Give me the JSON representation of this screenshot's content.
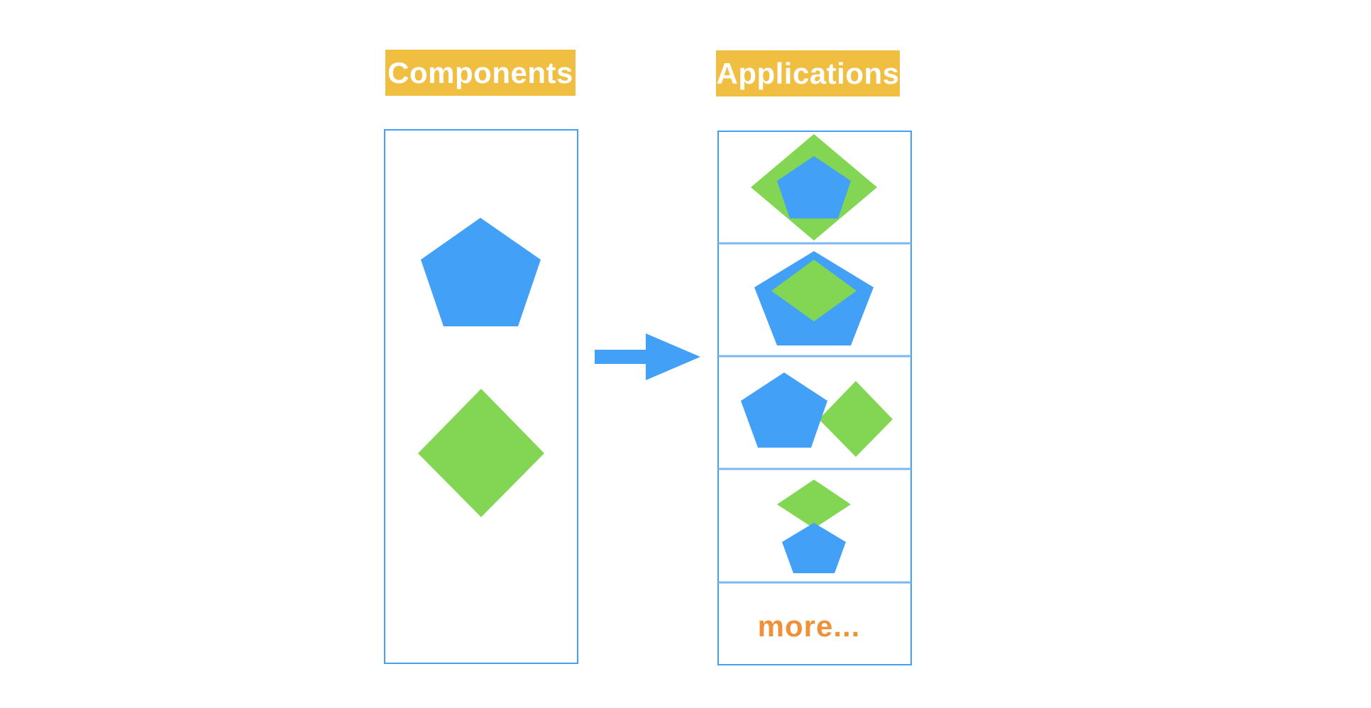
{
  "colors": {
    "label_bg": "#F0BE41",
    "label_text": "#FFFFFF",
    "frame_stroke": "#42A0F7",
    "divider_stroke": "#7DB7EF",
    "pentagon_fill": "#42A0F7",
    "diamond_fill": "#83D653",
    "arrow_fill": "#42A0F7",
    "more_text": "#F0913A"
  },
  "labels": {
    "components": "Components",
    "applications": "Applications",
    "more": "more..."
  },
  "icons": {
    "pentagon": "pentagon-shape",
    "diamond": "diamond-shape",
    "arrow": "right-arrow-icon"
  },
  "components_panel": {
    "shapes": [
      "pentagon",
      "diamond"
    ]
  },
  "applications_panel": {
    "cells": [
      {
        "arrangement": "pentagon-inside-diamond"
      },
      {
        "arrangement": "diamond-inside-pentagon"
      },
      {
        "arrangement": "pentagon-beside-diamond"
      },
      {
        "arrangement": "diamond-above-pentagon"
      },
      {
        "arrangement": "more-text"
      }
    ]
  }
}
